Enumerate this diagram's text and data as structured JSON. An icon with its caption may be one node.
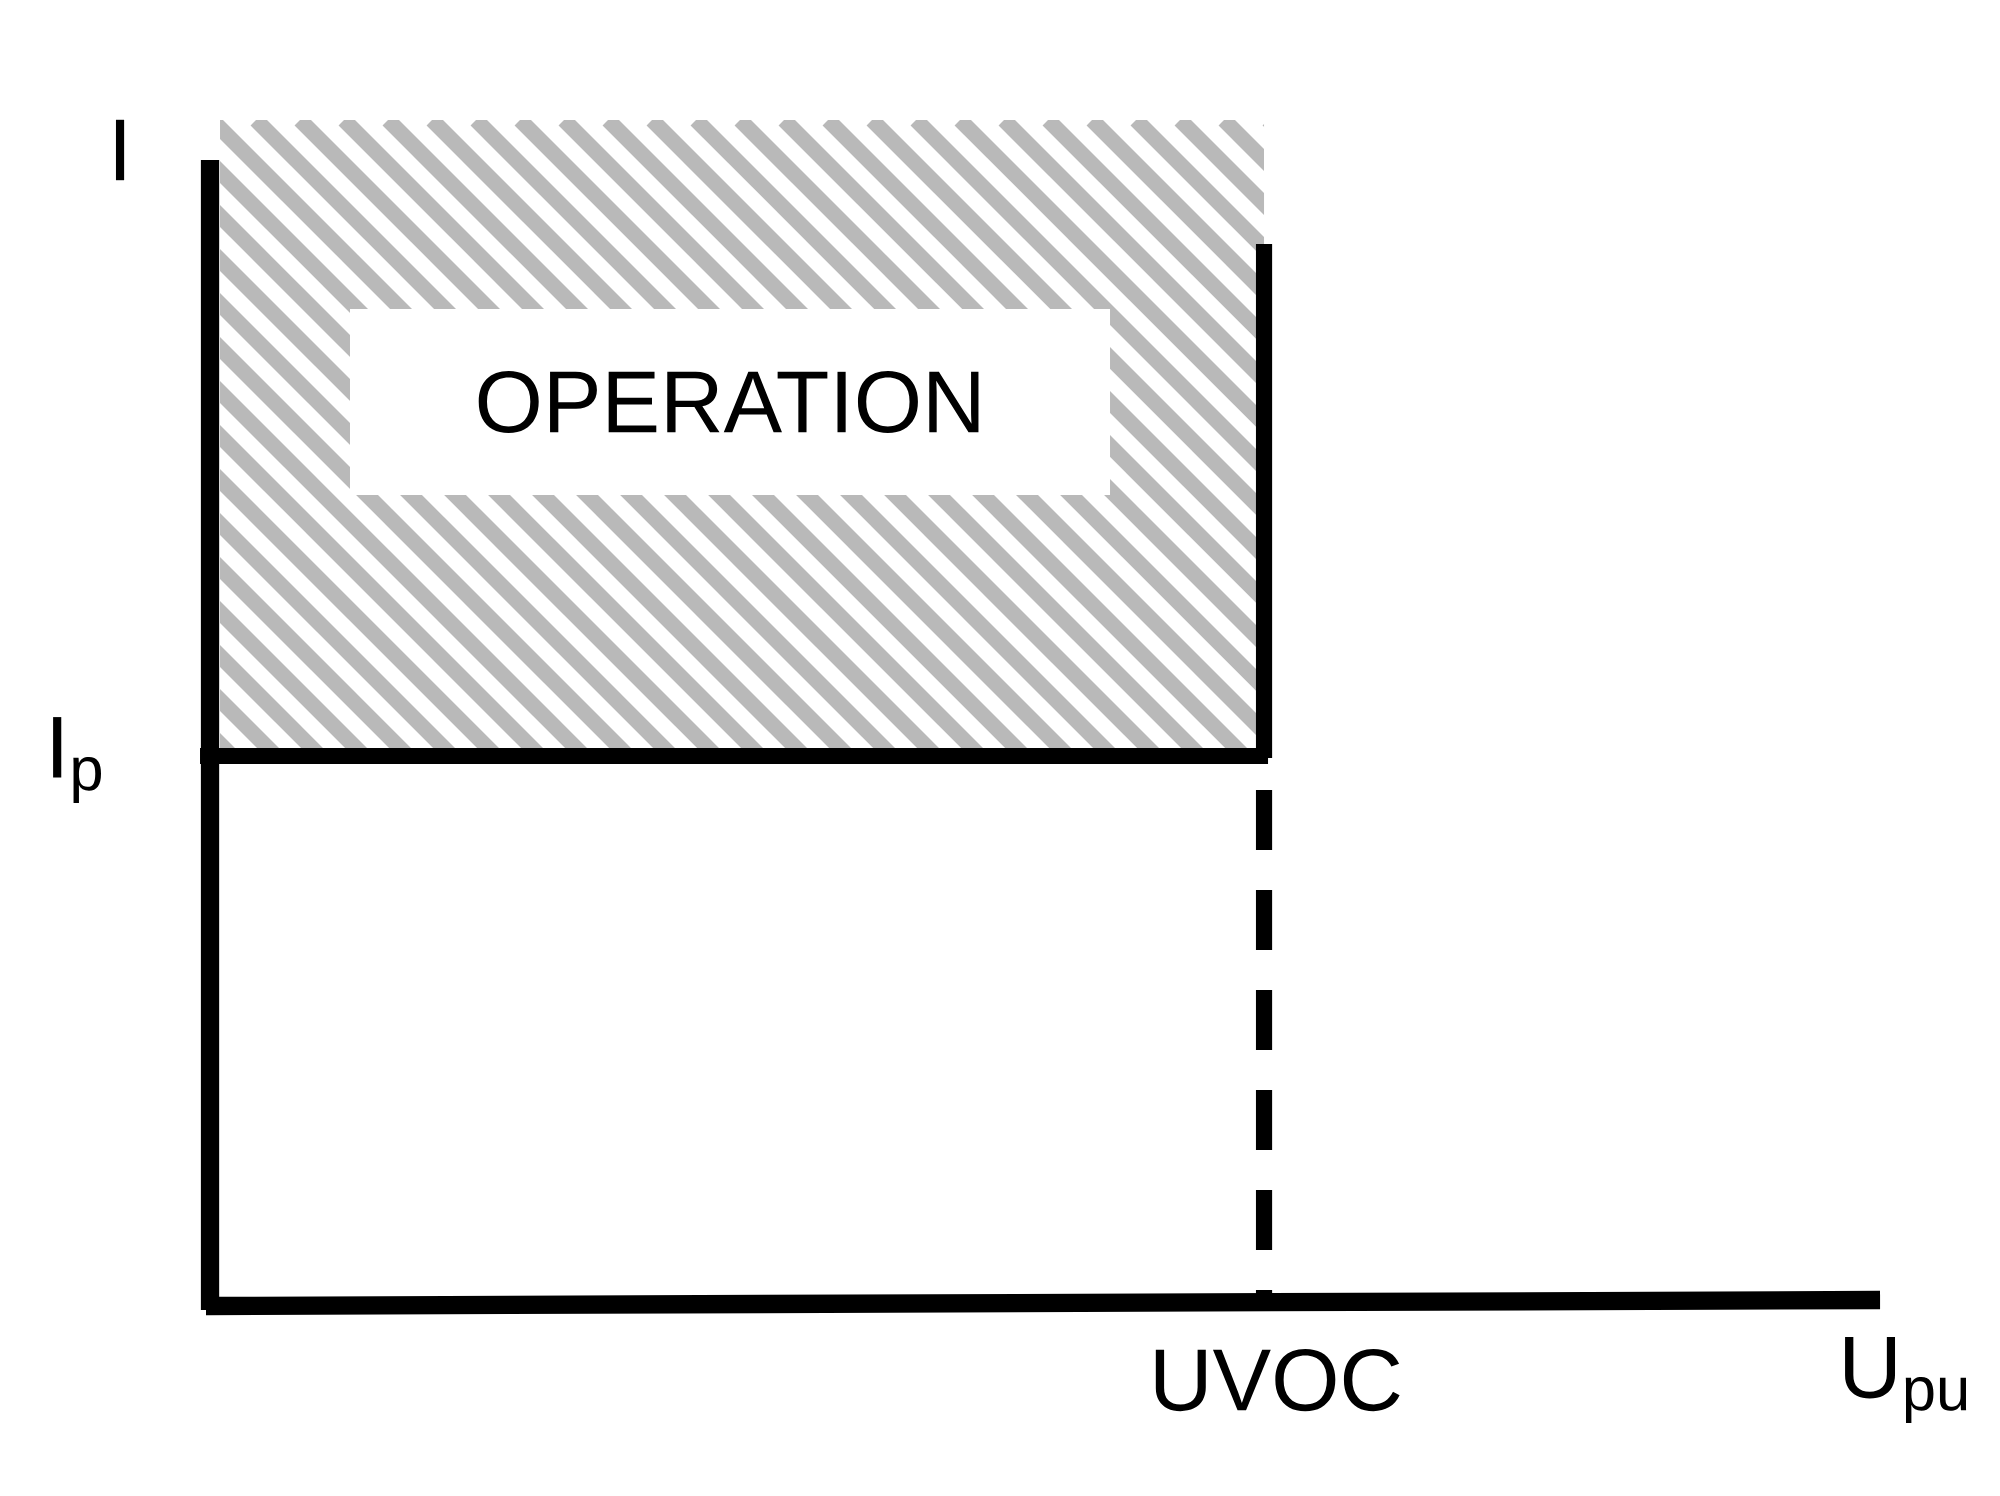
{
  "diagram": {
    "nodes": [
      {
        "text": [
          "OPERATION"
        ]
      }
    ],
    "labels": [
      "I",
      "I$_{p}$",
      "UVOC",
      "U$_{pu}$"
    ]
  }
}
